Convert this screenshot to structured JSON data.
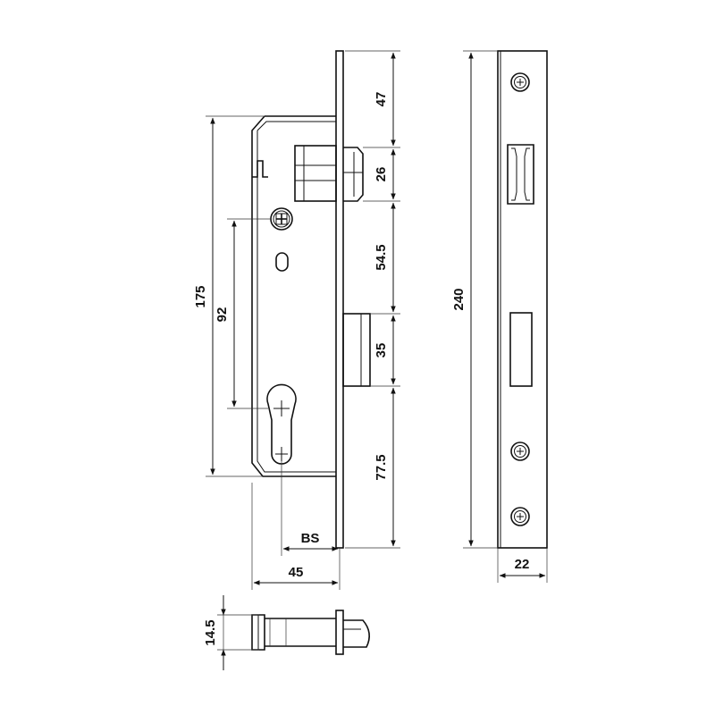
{
  "dimensions": {
    "d47": "47",
    "d26": "26",
    "d54_5": "54.5",
    "d35": "35",
    "d77_5": "77.5",
    "d175": "175",
    "d92": "92",
    "d240": "240",
    "d22": "22",
    "bs": "BS",
    "d45": "45",
    "d14_5": "14.5"
  }
}
